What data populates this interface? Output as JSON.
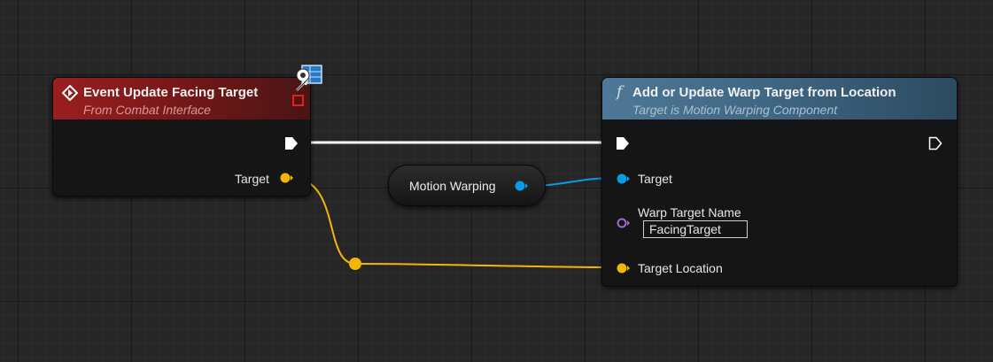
{
  "event_node": {
    "title": "Event Update Facing Target",
    "subtitle": "From Combat Interface",
    "pins": {
      "target_label": "Target"
    }
  },
  "function_node": {
    "icon": "f",
    "title": "Add or Update Warp Target from Location",
    "subtitle": "Target is Motion Warping Component",
    "pins": {
      "target_label": "Target",
      "warp_target_name_label": "Warp Target Name",
      "warp_target_name_value": "FacingTarget",
      "target_location_label": "Target Location"
    }
  },
  "variable_node": {
    "label": "Motion Warping"
  },
  "colors": {
    "exec_wire": "#ffffff",
    "vector_wire": "#f2b705",
    "object_wire": "#0a9be6",
    "name_pin": "#9b6ccf",
    "delegate_pin": "#e02020",
    "event_header": "#9a1f1f",
    "function_header": "#4f7896"
  },
  "icons": {
    "event": "event-diamond-icon",
    "function": "function-f-icon",
    "badge": "interface-message-badge-icon",
    "delegate": "delegate-pin-icon"
  }
}
